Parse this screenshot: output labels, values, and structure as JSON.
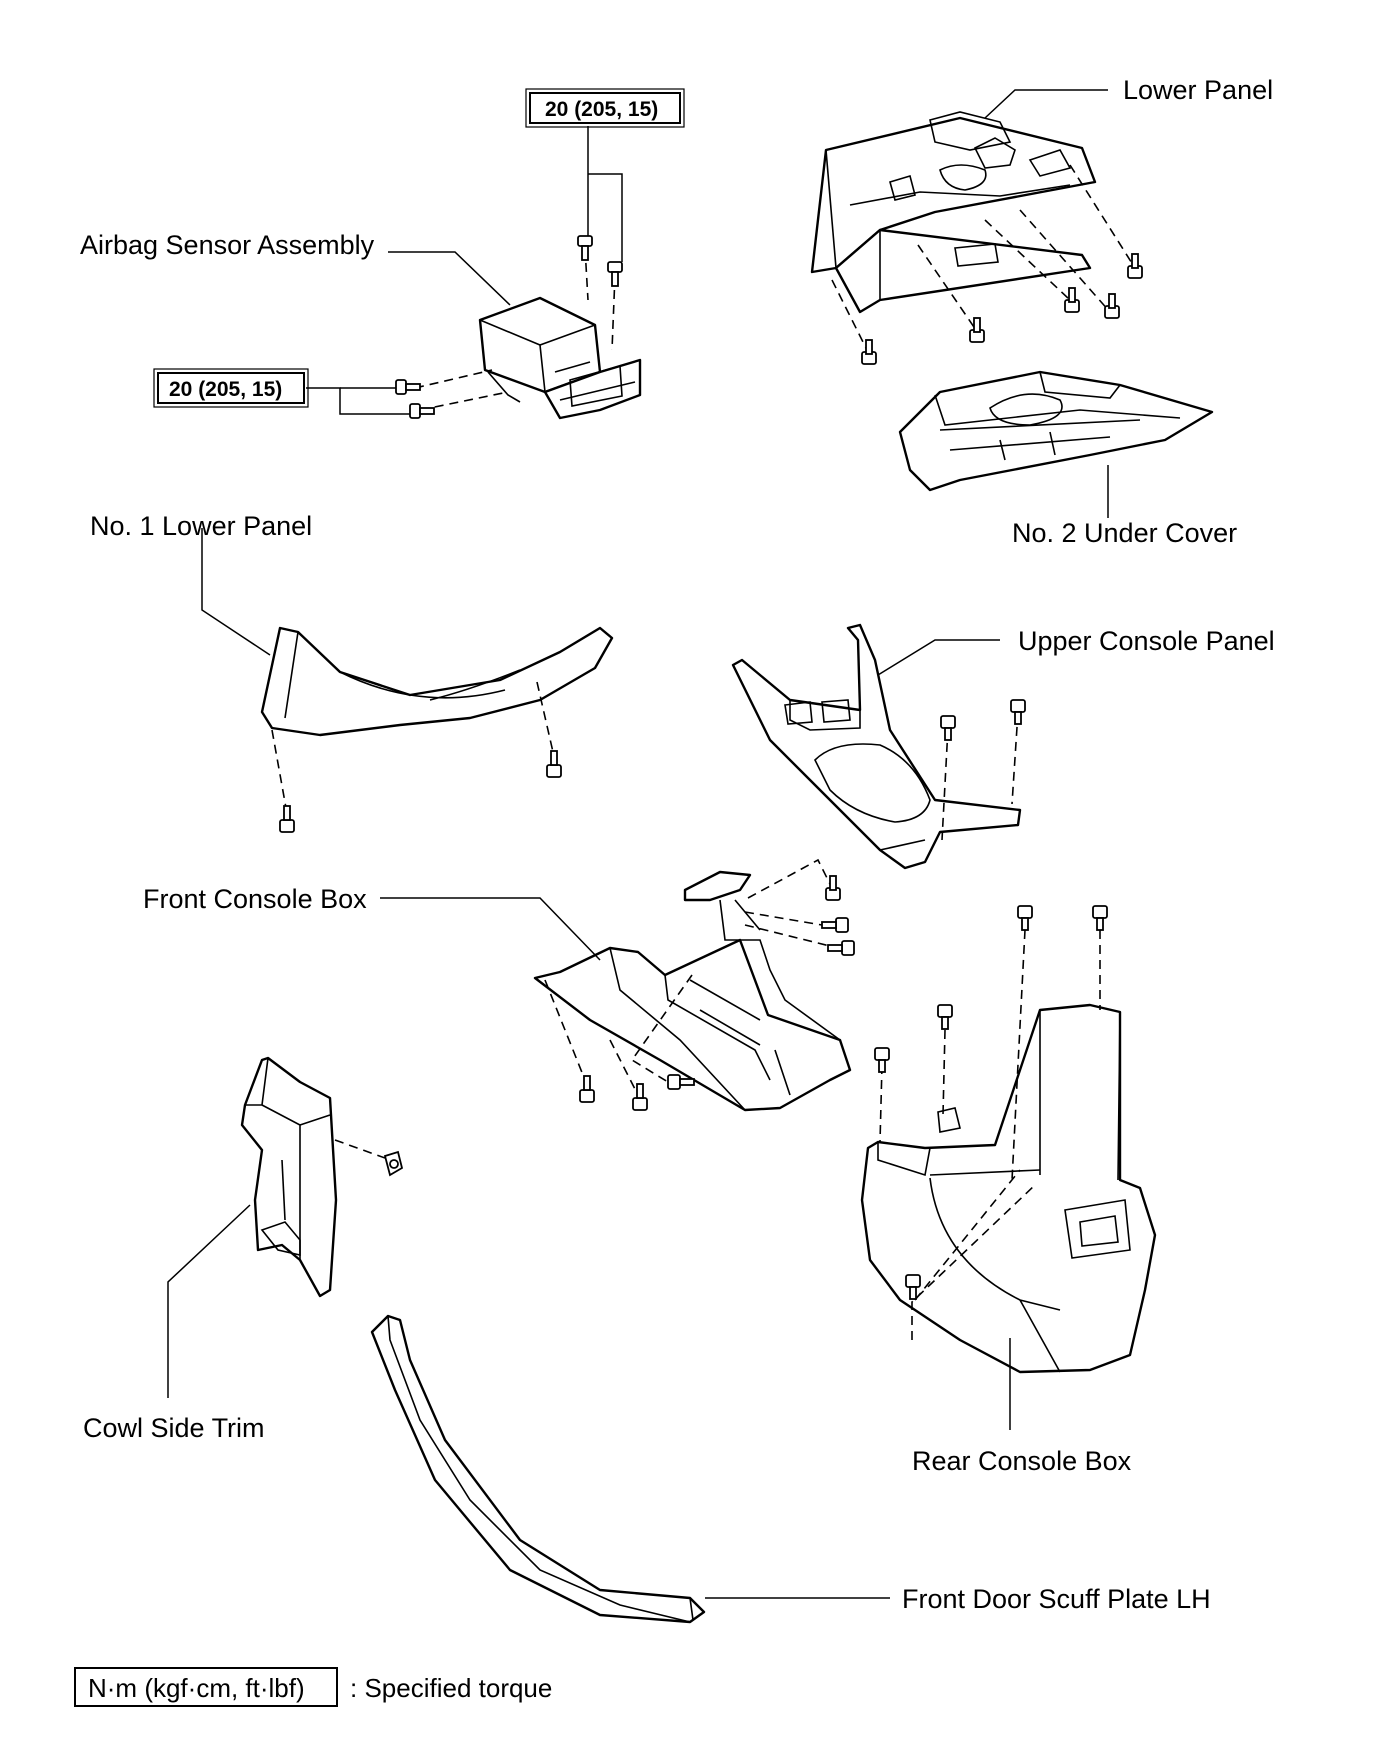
{
  "labels": {
    "lower_panel": "Lower Panel",
    "airbag_sensor_assembly": "Airbag Sensor Assembly",
    "no2_under_cover": "No. 2 Under Cover",
    "no1_lower_panel": "No. 1 Lower Panel",
    "upper_console_panel": "Upper Console Panel",
    "front_console_box": "Front Console Box",
    "cowl_side_trim": "Cowl Side Trim",
    "rear_console_box": "Rear Console Box",
    "front_door_scuff_plate_lh": "Front Door Scuff Plate LH"
  },
  "torque": {
    "top": "20 (205, 15)",
    "left": "20 (205, 15)"
  },
  "legend": {
    "box": "N·m (kgf·cm, ft·lbf)",
    "text": ": Specified torque"
  }
}
